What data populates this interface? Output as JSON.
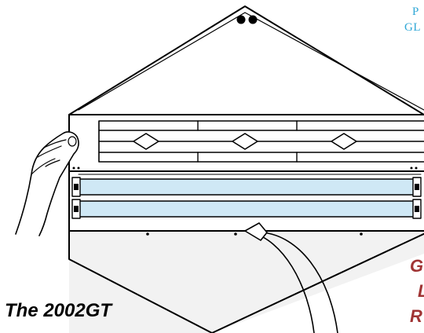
{
  "notes_blue": {
    "line1": "P",
    "line2": "GL",
    "line3": ""
  },
  "notes_red": {
    "line1": "G",
    "line2": "L",
    "line3": "R"
  },
  "caption": "The 2002GT",
  "colors": {
    "line": "#000000",
    "tube_fill": "#cfe8f5",
    "tray_fill": "#f2f2f2",
    "blue_text": "#2fa7d6",
    "red_text": "#a03434"
  },
  "icons": [
    "hand-icon",
    "curved-arrow-icon",
    "rivet-icon"
  ]
}
